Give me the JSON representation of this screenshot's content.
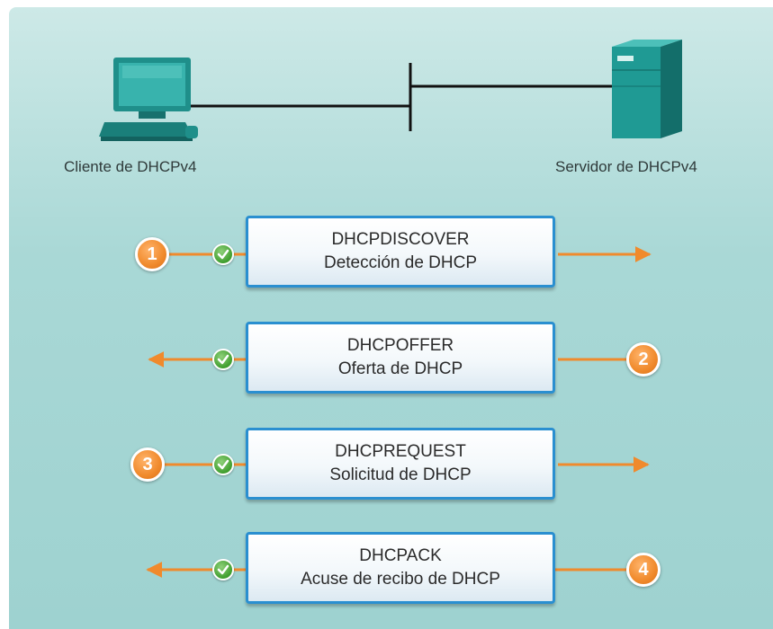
{
  "devices": {
    "client_label": "Cliente de DHCPv4",
    "server_label": "Servidor de DHCPv4"
  },
  "messages": [
    {
      "step": "1",
      "name": "DHCPDISCOVER",
      "description": "Detección de DHCP",
      "direction": "to-server"
    },
    {
      "step": "2",
      "name": "DHCPOFFER",
      "description": "Oferta de DHCP",
      "direction": "to-client"
    },
    {
      "step": "3",
      "name": "DHCPREQUEST",
      "description": "Solicitud de DHCP",
      "direction": "to-server"
    },
    {
      "step": "4",
      "name": "DHCPACK",
      "description": "Acuse de recibo de DHCP",
      "direction": "to-client"
    }
  ],
  "icons": {
    "client": "desktop-computer-icon",
    "server": "server-tower-icon",
    "check": "check-circle-icon"
  },
  "colors": {
    "background": "#a9d8d6",
    "arrow": "#f08a2c",
    "step_badge": "#f08a2c",
    "check": "#3f9e2e",
    "box_border": "#2a8fd0",
    "device": "#1f8f8a"
  }
}
